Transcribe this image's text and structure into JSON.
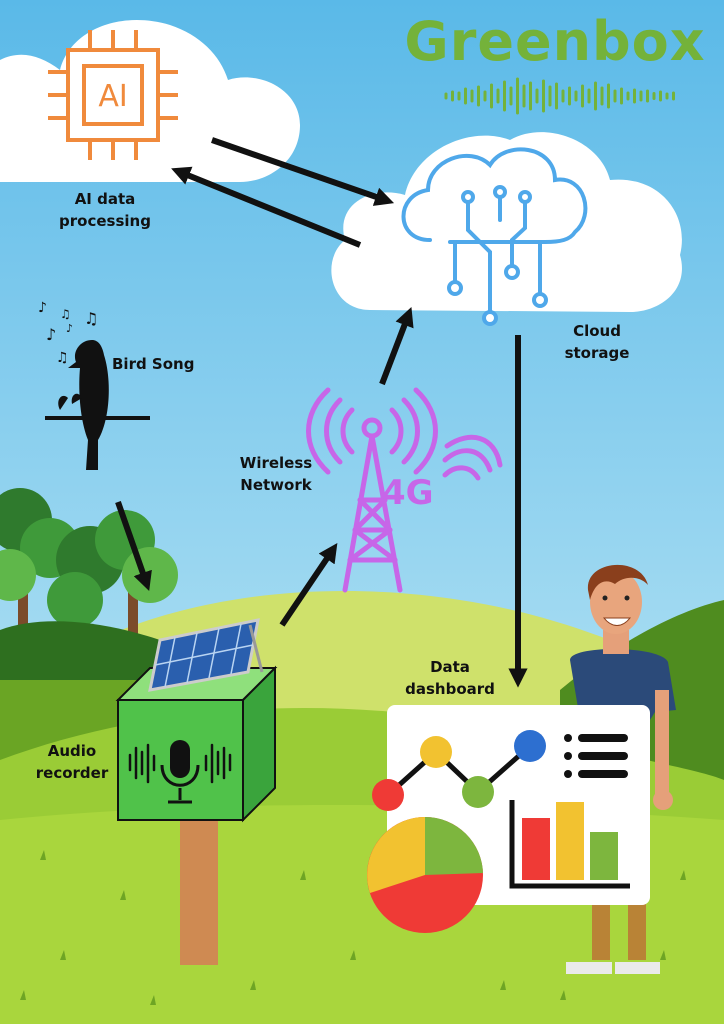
{
  "title": "Greenbox",
  "labels": {
    "ai_processing": [
      "AI data",
      "processing"
    ],
    "bird_song": "Bird Song",
    "cloud_storage": [
      "Cloud",
      "storage"
    ],
    "wireless_network": [
      "Wireless",
      "Network"
    ],
    "audio_recorder": [
      "Audio",
      "recorder"
    ],
    "data_dashboard": [
      "Data",
      "dashboard"
    ]
  },
  "chip_text": "AI",
  "network_text": "4G",
  "colors": {
    "title": "#74b23a",
    "chip": "#f08a3c",
    "cloud_circuit": "#4fa8ea",
    "tower": "#c766e8",
    "sky_top": "#5bbde9",
    "sky_bottom": "#c9ecf6",
    "grass": "#9ccc3a",
    "recorder_box": "#4fc24a"
  }
}
